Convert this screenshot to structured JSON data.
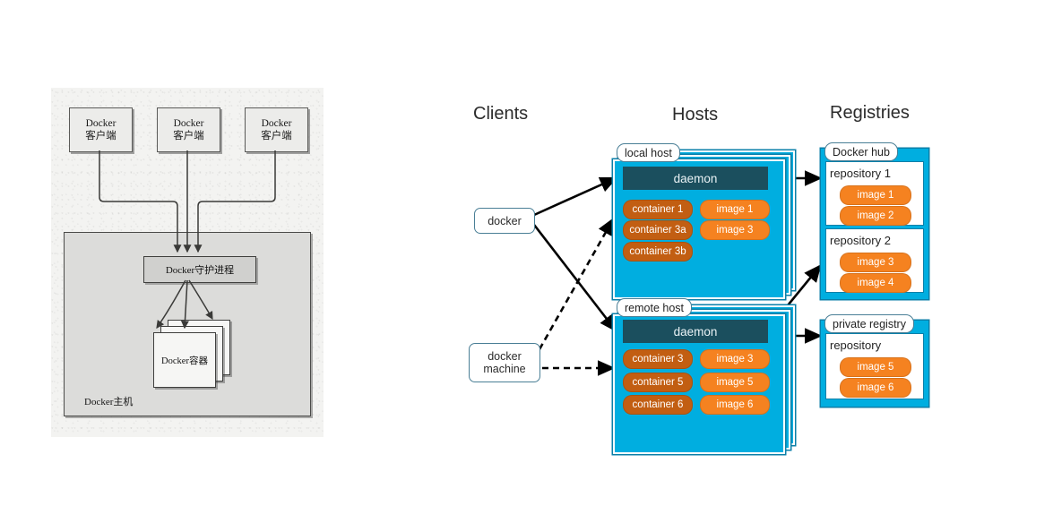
{
  "left_diagram": {
    "caption_note": "scanned book figure, Chinese labels",
    "clients": [
      {
        "line1": "Docker",
        "line2": "客户端"
      },
      {
        "line1": "Docker",
        "line2": "客户端"
      },
      {
        "line1": "Docker",
        "line2": "客户端"
      }
    ],
    "host_label": "Docker主机",
    "daemon_label": "Docker守护进程",
    "container_label": "Docker容器"
  },
  "right_diagram": {
    "columns": {
      "clients": "Clients",
      "hosts": "Hosts",
      "registries": "Registries"
    },
    "clients": [
      {
        "id": "docker",
        "label": "docker",
        "lines": [
          "docker"
        ]
      },
      {
        "id": "docker-machine",
        "label": "docker machine",
        "lines": [
          "docker",
          "machine"
        ]
      }
    ],
    "hosts": [
      {
        "id": "local-host",
        "tag": "local host",
        "daemon": "daemon",
        "containers": [
          "container 1",
          "container 3a",
          "container 3b"
        ],
        "images": [
          "image 1",
          "image 3"
        ]
      },
      {
        "id": "remote-host",
        "tag": "remote host",
        "daemon": "daemon",
        "containers": [
          "container 3",
          "container 5",
          "container 6"
        ],
        "images": [
          "image 3",
          "image 5",
          "image 6"
        ]
      }
    ],
    "registries": [
      {
        "id": "docker-hub",
        "tag": "Docker hub",
        "repositories": [
          {
            "name": "repository 1",
            "images": [
              "image 1",
              "image 2"
            ]
          },
          {
            "name": "repository 2",
            "images": [
              "image 3",
              "image 4"
            ]
          }
        ]
      },
      {
        "id": "private-registry",
        "tag": "private registry",
        "repositories": [
          {
            "name": "repository",
            "images": [
              "image 5",
              "image 6"
            ]
          }
        ]
      }
    ],
    "colors": {
      "host_cyan": "#00AEE0",
      "host_border": "#0b7fa8",
      "daemon": "#1B4F5E",
      "container_pill": "#C25E12",
      "image_pill": "#F58220",
      "tag_border": "#4a7f96",
      "arrow": "#000000"
    }
  }
}
